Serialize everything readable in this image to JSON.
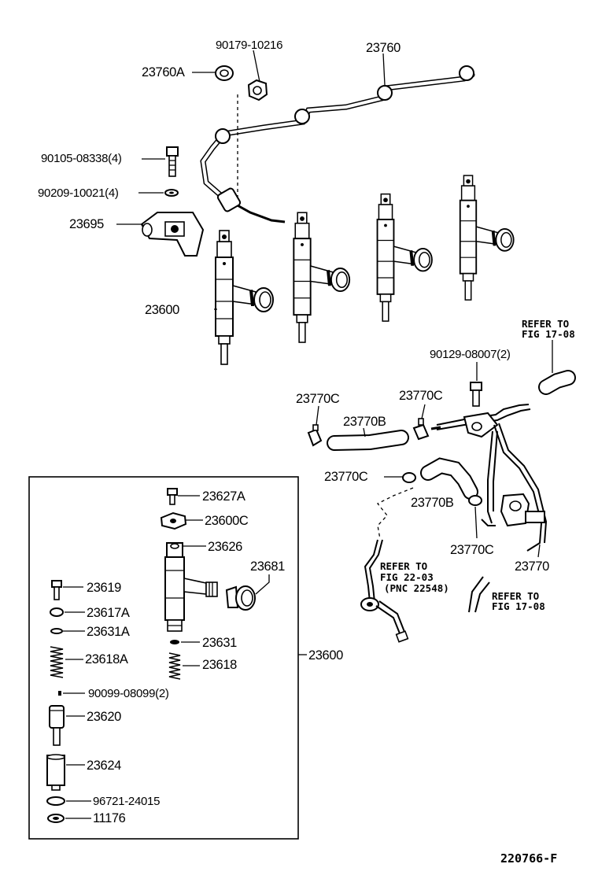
{
  "diagram": {
    "labels": {
      "l_90179": "90179-10216",
      "l_23760": "23760",
      "l_23760a": "23760A",
      "l_90105": "90105-08338(4)",
      "l_90209": "90209-10021(4)",
      "l_23695": "23695",
      "l_23600_top": "23600",
      "l_90129": "90129-08007(2)",
      "l_23770c_1": "23770C",
      "l_23770c_2": "23770C",
      "l_23770b_1": "23770B",
      "l_23770c_3": "23770C",
      "l_23770b_2": "23770B",
      "l_23770c_4": "23770C",
      "l_23770": "23770",
      "l_23627a": "23627A",
      "l_23600c": "23600C",
      "l_23626": "23626",
      "l_23681": "23681",
      "l_23619": "23619",
      "l_23617a": "23617A",
      "l_23631a": "23631A",
      "l_23631": "23631",
      "l_23618a": "23618A",
      "l_23618": "23618",
      "l_23600_box": "23600",
      "l_90099": "90099-08099(2)",
      "l_23620": "23620",
      "l_23624": "23624",
      "l_96721": "96721-24015",
      "l_11176": "11176"
    },
    "refs": {
      "ref1_line1": "REFER TO",
      "ref1_line2": "FIG 17-08",
      "ref2_line1": "REFER TO",
      "ref2_line2": "FIG 22-03",
      "ref2_line3": "(PNC 22548)",
      "ref3_line1": "REFER TO",
      "ref3_line2": "FIG 17-08"
    },
    "figure_id": "220766-F"
  }
}
